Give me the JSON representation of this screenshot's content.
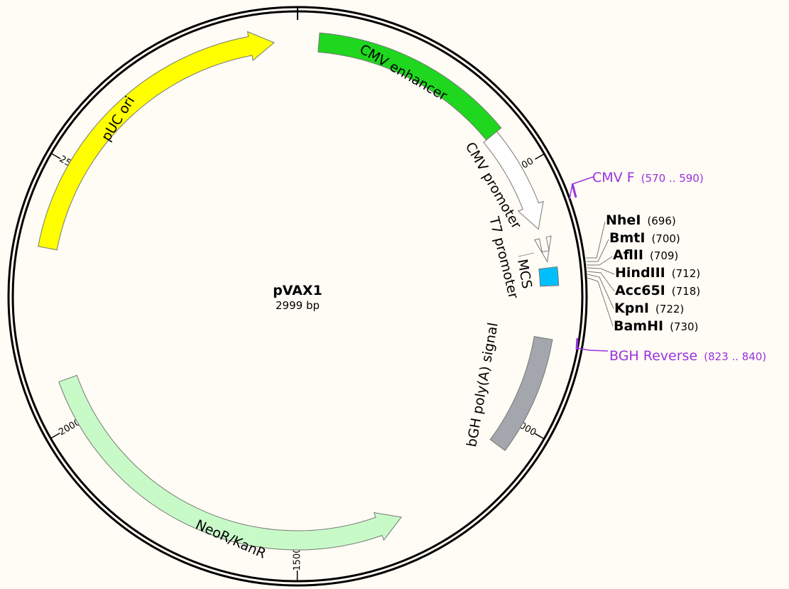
{
  "plasmid": {
    "name": "pVAX1",
    "size_label": "2999 bp",
    "length": 2999
  },
  "ticks": [
    {
      "pos": 500,
      "label": "500"
    },
    {
      "pos": 1000,
      "label": "1000"
    },
    {
      "pos": 1500,
      "label": "1500"
    },
    {
      "pos": 2000,
      "label": "2000"
    },
    {
      "pos": 2500,
      "label": "2500"
    }
  ],
  "features": [
    {
      "id": "cmv-enhancer",
      "name": "CMV enhancer",
      "start": 40,
      "end": 420,
      "color": "#1ed71e",
      "arrow": false
    },
    {
      "id": "cmv-promoter",
      "name": "CMV promoter",
      "start": 420,
      "end": 620,
      "color": "#ffffff",
      "arrow": true
    },
    {
      "id": "t7-promoter",
      "name": "T7 promoter",
      "start": 664,
      "end": 684,
      "color": "#ffffff",
      "arrow": true
    },
    {
      "id": "mcs",
      "name": "MCS",
      "start": 696,
      "end": 730,
      "color": "#00bfff",
      "arrow": false
    },
    {
      "id": "bgh-polya",
      "name": "bGH poly(A) signal",
      "start": 830,
      "end": 1055,
      "color": "#a3a7ad",
      "arrow": false
    },
    {
      "id": "neor-kanr",
      "name": "NeoR/KanR",
      "start": 1290,
      "end": 2085,
      "color": "#c8fac8",
      "arrow": true,
      "reverse": true
    },
    {
      "id": "puc-ori",
      "name": "pUC ori",
      "start": 2340,
      "end": 2955,
      "color": "#ffff00",
      "arrow": true
    }
  ],
  "sites": [
    {
      "name": "NheI",
      "pos_label": "(696)",
      "pos": 696
    },
    {
      "name": "BmtI",
      "pos_label": "(700)",
      "pos": 700
    },
    {
      "name": "AflII",
      "pos_label": "(709)",
      "pos": 709
    },
    {
      "name": "HindIII",
      "pos_label": "(712)",
      "pos": 712
    },
    {
      "name": "Acc65I",
      "pos_label": "(718)",
      "pos": 718
    },
    {
      "name": "KpnI",
      "pos_label": "(722)",
      "pos": 722
    },
    {
      "name": "BamHI",
      "pos_label": "(730)",
      "pos": 730
    }
  ],
  "primers": [
    {
      "name": "CMV F",
      "range": "(570 .. 590)",
      "start": 570,
      "end": 590,
      "color": "#9b30e0"
    },
    {
      "name": "BGH Reverse",
      "range": "(823 .. 840)",
      "start": 823,
      "end": 840,
      "color": "#9b30e0"
    }
  ]
}
